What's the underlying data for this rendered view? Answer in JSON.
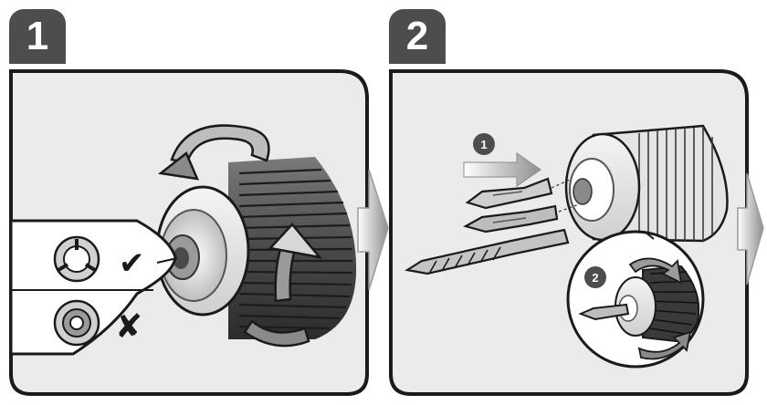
{
  "steps": [
    {
      "number": "1"
    },
    {
      "number": "2"
    }
  ],
  "substeps": [
    {
      "number": "1"
    },
    {
      "number": "2"
    }
  ],
  "check_mark": "✔",
  "cross_mark": "✘",
  "colors": {
    "badge": "#4d4d4d",
    "outline": "#1a1a1a",
    "panel_background": "#ebebeb",
    "arrow_light": "#d9d9d9",
    "metal": "#c8c8c8"
  },
  "icons": [
    "drill-chuck-icon",
    "rotation-arrow-icon",
    "screwdriver-bit-icon",
    "drill-bit-icon",
    "next-step-arrow-icon",
    "check-icon",
    "cross-icon"
  ]
}
